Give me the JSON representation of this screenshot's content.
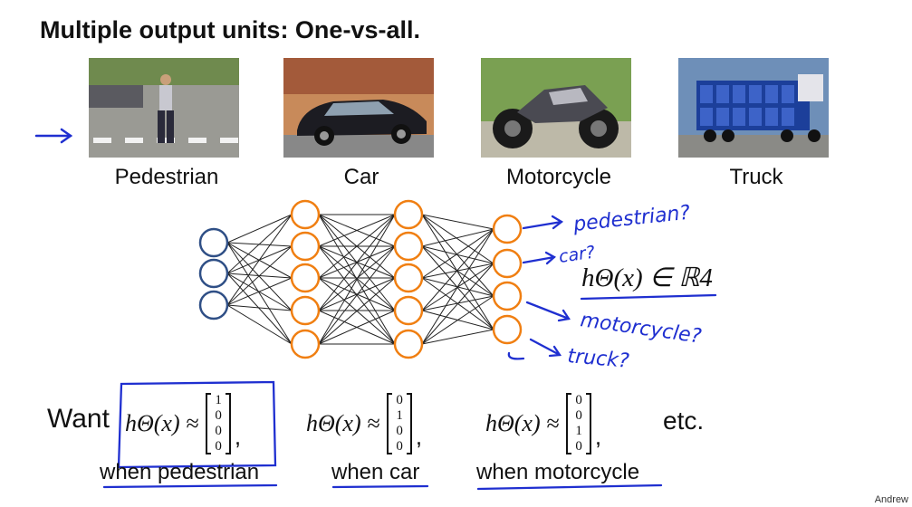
{
  "slide": {
    "title": "Multiple output units: One-vs-all.",
    "footer_name": "Andrew"
  },
  "classes": [
    {
      "caption": "Pedestrian",
      "image": "pedestrian-photo"
    },
    {
      "caption": "Car",
      "image": "car-photo"
    },
    {
      "caption": "Motorcycle",
      "image": "motorcycle-photo"
    },
    {
      "caption": "Truck",
      "image": "truck-photo"
    }
  ],
  "network": {
    "layer_sizes": [
      3,
      5,
      5,
      4
    ],
    "input_color": "#2f4f86",
    "hidden_color": "#f07f12"
  },
  "handwriting": {
    "outputs": [
      "pedestrian?",
      "car?",
      "motorcycle?",
      "truck?"
    ],
    "ink_color": "#1f2fd0"
  },
  "hypothesis": {
    "text": "hΘ(x) ∈ ℝ4"
  },
  "want": {
    "prefix": "Want",
    "vectors": [
      {
        "values": [
          "1",
          "0",
          "0",
          "0"
        ],
        "label": "when pedestrian"
      },
      {
        "values": [
          "0",
          "1",
          "0",
          "0"
        ],
        "label": "when car"
      },
      {
        "values": [
          "0",
          "0",
          "1",
          "0"
        ],
        "label": "when motorcycle"
      }
    ],
    "suffix": "etc."
  }
}
